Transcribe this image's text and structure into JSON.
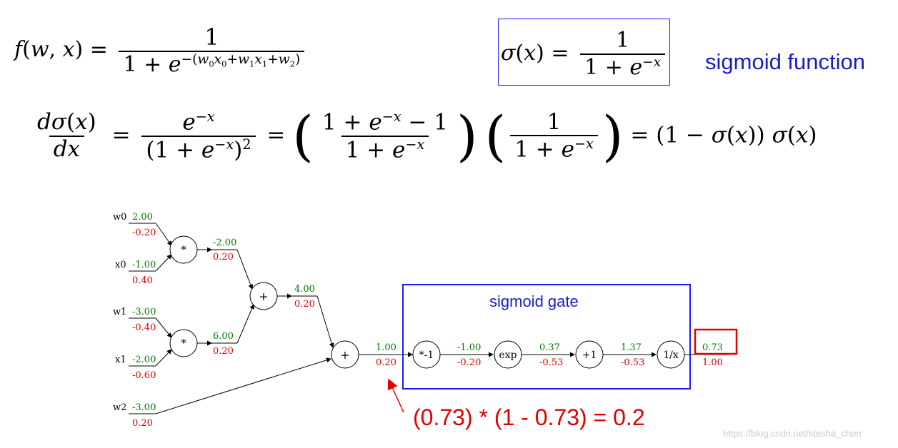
{
  "colors": {
    "forward": "#007a00",
    "gradient": "#e00000",
    "gate_border": "#1a1aff",
    "output_box": "#e00000",
    "label_blue": "#1a1acc"
  },
  "sigmoid_label": "sigmoid function",
  "gate_title": "sigmoid gate",
  "formula": "(0.73) * (1 - 0.73) = 0.2",
  "watermark": "https://blog.csdn.net/stesha_chen",
  "inputs": {
    "w0": {
      "name": "w0",
      "value": "2.00",
      "grad": "-0.20"
    },
    "x0": {
      "name": "x0",
      "value": "-1.00",
      "grad": "0.40"
    },
    "w1": {
      "name": "w1",
      "value": "-3.00",
      "grad": "-0.40"
    },
    "x1": {
      "name": "x1",
      "value": "-2.00",
      "grad": "-0.60"
    },
    "w2": {
      "name": "w2",
      "value": "-3.00",
      "grad": "0.20"
    }
  },
  "nodes": {
    "mul0": "*",
    "mul1": "*",
    "add0": "+",
    "add1": "+",
    "neg": "*-1",
    "exp": "exp",
    "plus1": "+1",
    "recip": "1/x"
  },
  "edges": {
    "mul0_out": {
      "value": "-2.00",
      "grad": "0.20"
    },
    "mul1_out": {
      "value": "6.00",
      "grad": "0.20"
    },
    "add0_out": {
      "value": "4.00",
      "grad": "0.20"
    },
    "add1_out": {
      "value": "1.00",
      "grad": "0.20"
    },
    "neg_out": {
      "value": "-1.00",
      "grad": "-0.20"
    },
    "exp_out": {
      "value": "0.37",
      "grad": "-0.53"
    },
    "plus1_out": {
      "value": "1.37",
      "grad": "-0.53"
    },
    "output": {
      "value": "0.73",
      "grad": "1.00"
    }
  }
}
